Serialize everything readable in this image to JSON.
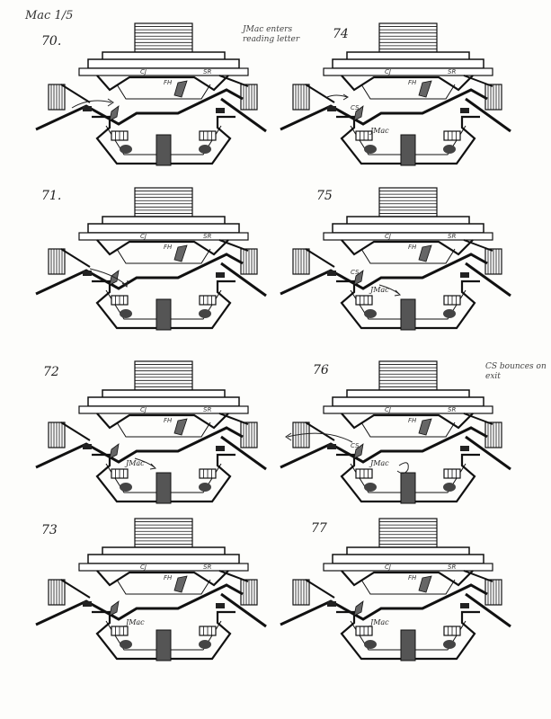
{
  "header": {
    "text": "Mac 1/5"
  },
  "notes": {
    "top": [
      "JMac enters",
      "reading letter"
    ],
    "mid": [
      "CS bounces on",
      "exit"
    ]
  },
  "labels": {
    "cj": "CJ",
    "fh": "FH",
    "sr": "SR",
    "cs": "CS",
    "jmac": "JMac"
  },
  "panels": [
    {
      "num": "70.",
      "jmac": false,
      "cs": false,
      "arrow": "in-left"
    },
    {
      "num": "74",
      "jmac": true,
      "cs": true,
      "arrow": "cs"
    },
    {
      "num": "71.",
      "jmac": false,
      "cs": false,
      "arrow": "down"
    },
    {
      "num": "75",
      "jmac": true,
      "cs": true,
      "arrow": "jmac"
    },
    {
      "num": "72",
      "jmac": true,
      "cs": false,
      "arrow": "jmac"
    },
    {
      "num": "76",
      "jmac": true,
      "cs": true,
      "arrow": "exit"
    },
    {
      "num": "73",
      "jmac": true,
      "cs": false,
      "arrow": "none"
    },
    {
      "num": "77",
      "jmac": true,
      "cs": false,
      "arrow": "none"
    }
  ]
}
